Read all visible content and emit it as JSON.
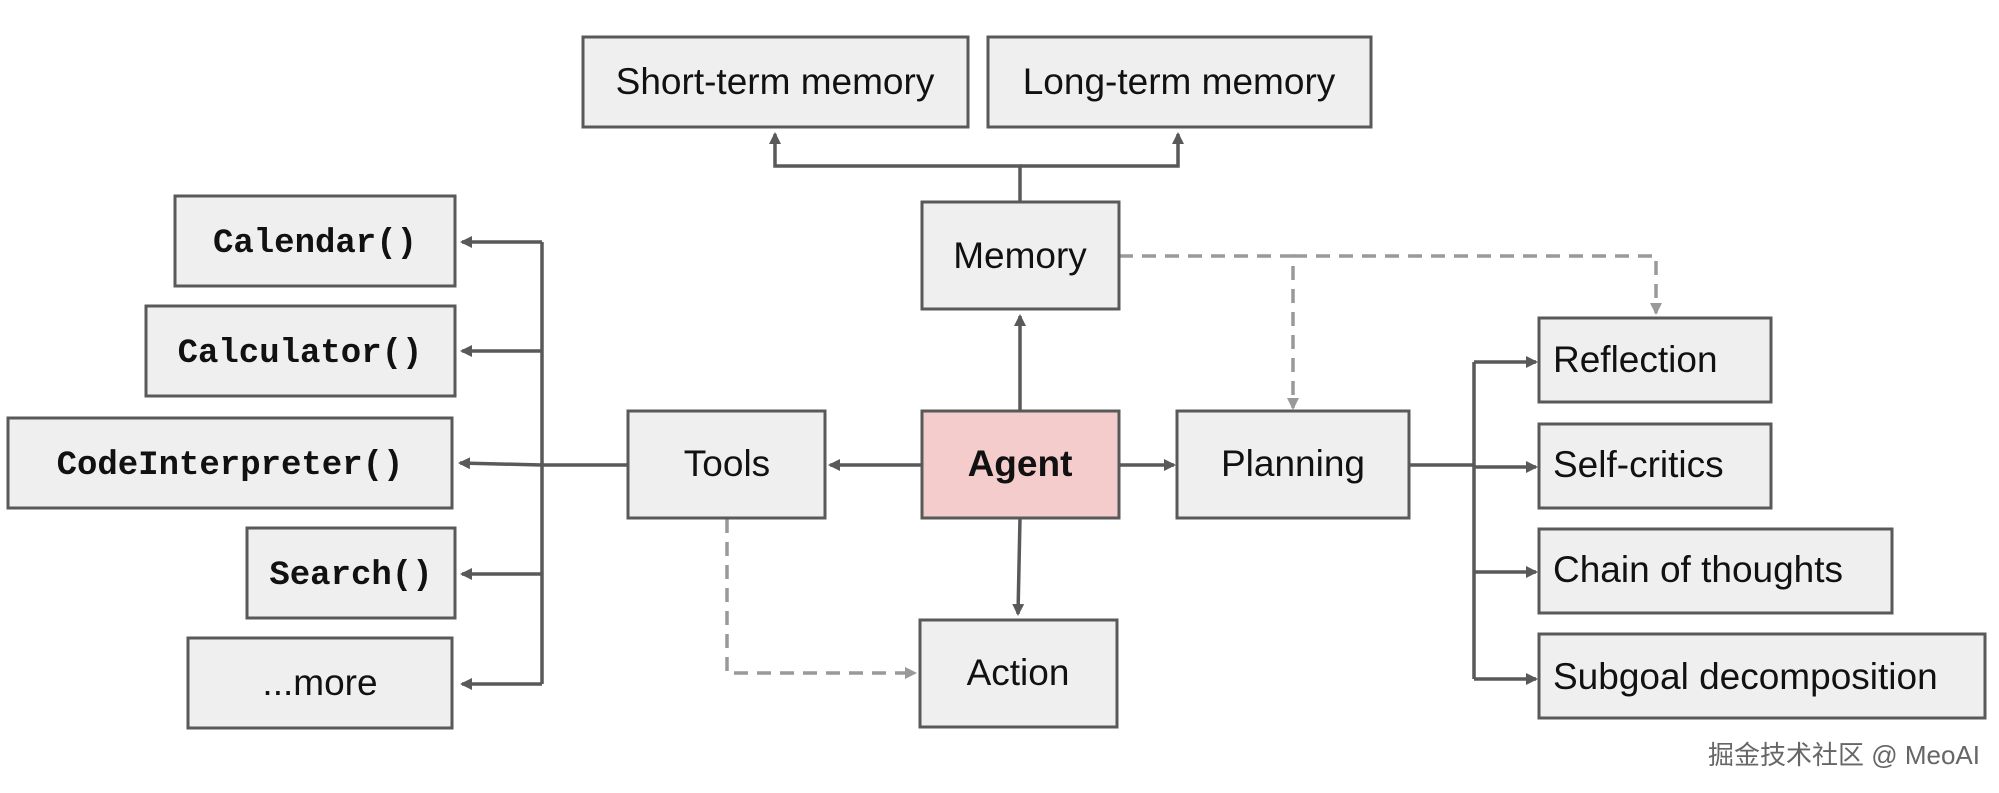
{
  "nodes": {
    "short_term_memory": "Short-term memory",
    "long_term_memory": "Long-term memory",
    "memory": "Memory",
    "agent": "Agent",
    "tools": "Tools",
    "planning": "Planning",
    "action": "Action",
    "calendar": "Calendar()",
    "calculator": "Calculator()",
    "code_interpreter": "CodeInterpreter()",
    "search": "Search()",
    "more": "...more",
    "reflection": "Reflection",
    "self_critics": "Self-critics",
    "chain_of_thoughts": "Chain of thoughts",
    "subgoal_decomposition": "Subgoal decomposition"
  },
  "watermark": "掘金技术社区 @ MeoAI",
  "colors": {
    "box_fill": "#efefef",
    "agent_fill": "#f4cccc",
    "box_stroke": "#595959",
    "solid_arrow": "#595959",
    "dashed_arrow": "#999999"
  }
}
